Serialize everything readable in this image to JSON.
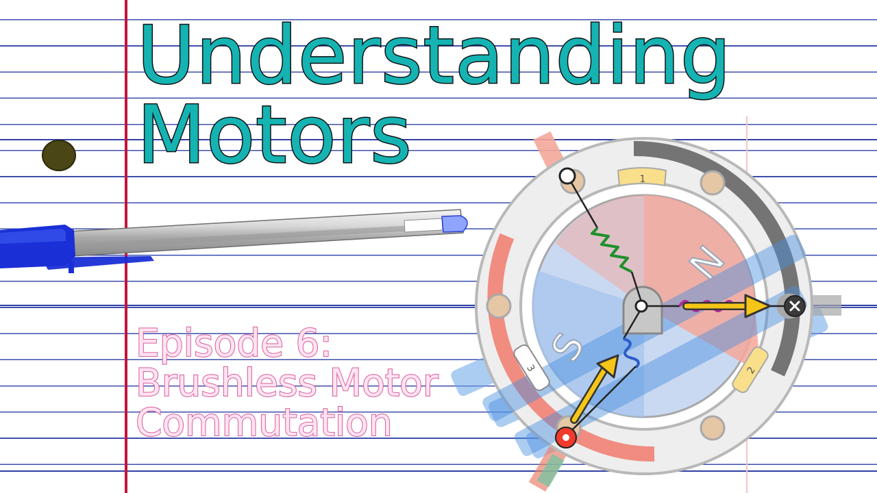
{
  "title": {
    "line1": "Understanding",
    "line2": "Motors"
  },
  "subtitle": {
    "line1": "Episode 6:",
    "line2": "Brushless Motor",
    "line3": "Commutation"
  },
  "motor": {
    "slot_labels": [
      "1",
      "2",
      "3"
    ],
    "pole_labels": [
      "N",
      "S"
    ]
  },
  "colors": {
    "title_fill": "#16b3b3",
    "subtitle_stroke": "#d85a9e",
    "margin_line": "#c3143c",
    "ruled_line": "#3446a8",
    "pen_blue": "#1a2fd6",
    "arrow_yellow": "#f5c518",
    "north_pole": "#f4a79a",
    "south_pole": "#a9c6ec"
  },
  "icons": {
    "pen": "pen-icon",
    "hole": "binder-hole-icon",
    "diagram": "bldc-motor-diagram-icon"
  }
}
